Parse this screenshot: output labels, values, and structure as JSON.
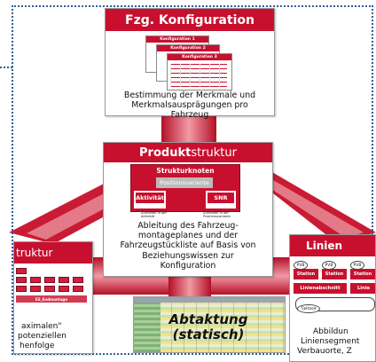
{
  "top": {
    "title": "Fzg. Konfiguration",
    "sheets": [
      "Konfiguration 1",
      "Konfiguration 2",
      "Konfiguration 3"
    ],
    "text_lines": [
      "Bestimmung der Merkmale und",
      "Merkmalsausprägungen pro",
      "Fahrzeug"
    ]
  },
  "center": {
    "title_bold": "Produkt",
    "title_normal": "struktur",
    "node_top": "Strukturknoten",
    "node_mid": "Positionsvariante",
    "node_left": "Aktivität",
    "node_right": "SNR",
    "note_left": "Zuordnen in der Aktivität",
    "note_right": "Zuordnen in der Positionsvariante",
    "text_lines": [
      "Ableitung des Fahrzeug-",
      "montageplanes und der",
      "Fahrzeugstückliste auf Basis von",
      "Beziehungswissen zur",
      "Konfiguration"
    ]
  },
  "left": {
    "title": "truktur",
    "bar_label": "ES_Endmontage",
    "text_lines": [
      "aximalen\"",
      "potenziellen",
      "henfolge"
    ]
  },
  "right": {
    "title": "Linien",
    "pvb": "PVB",
    "station": "Station",
    "linienabschnitt": "Linienabschnitt",
    "linie": "Linie",
    "taktzeit": "Taktzeit",
    "text_lines": [
      "Abbildun",
      "Liniensegment",
      "Verbauorte, Z"
    ]
  },
  "bottom": {
    "label_line1": "Abtaktung",
    "label_line2": "(statisch)"
  },
  "colors": {
    "accent": "#c8102e",
    "frame": "#2f5f9a"
  }
}
